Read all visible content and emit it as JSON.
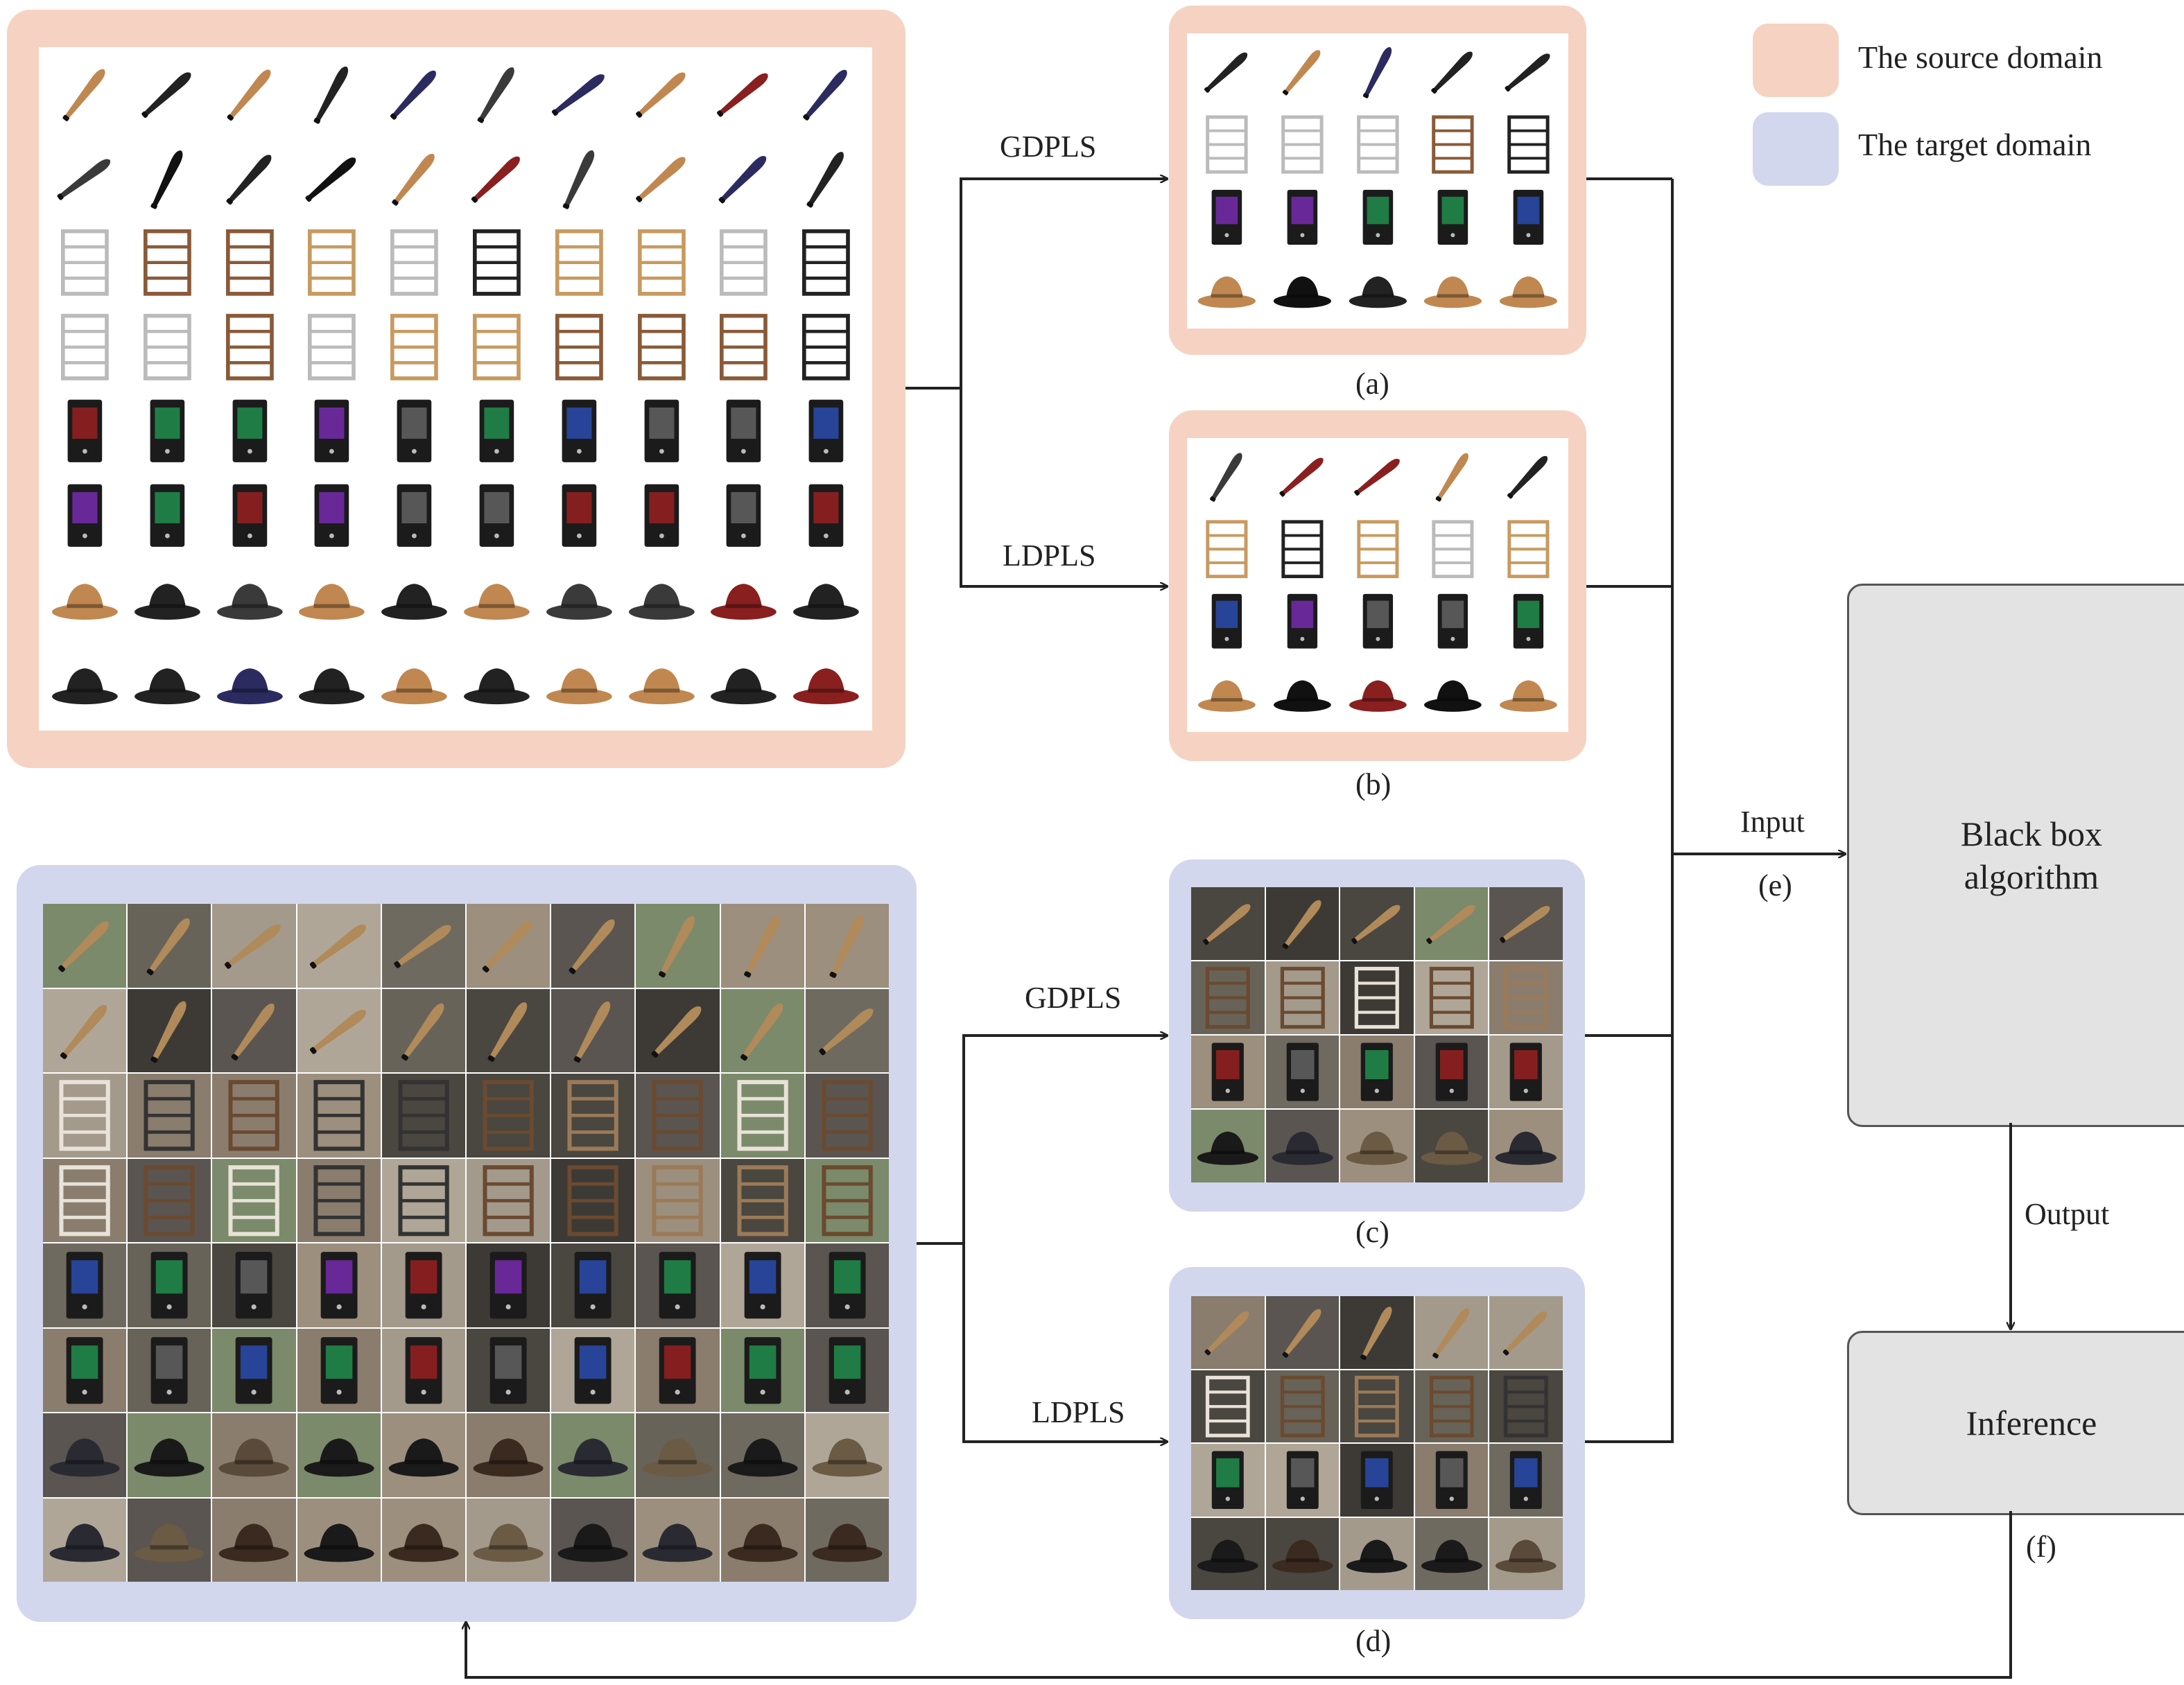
{
  "legend": {
    "source": {
      "label": "The source domain",
      "color": "#f6d2c2"
    },
    "target": {
      "label": "The target domain",
      "color": "#d2d7ee"
    }
  },
  "arrows": {
    "gdpls_source": "GDPLS",
    "ldpls_source": "LDPLS",
    "gdpls_target": "GDPLS",
    "ldpls_target": "LDPLS",
    "input": "Input",
    "output": "Output"
  },
  "subpanels": {
    "a": "(a)",
    "b": "(b)",
    "c": "(c)",
    "d": "(d)",
    "e": "(e)",
    "f": "(f)"
  },
  "boxes": {
    "black_box": "Black box algorithm",
    "inference": "Inference"
  },
  "categories": [
    "baseball-bat",
    "bookshelf",
    "computer-tower",
    "hat"
  ],
  "image_icons": {
    "baseball-bat": "bat-icon",
    "bookshelf": "shelf-icon",
    "computer-tower": "pc-icon",
    "hat": "hat-icon"
  },
  "colors": {
    "line": "#222222",
    "box_fill": "#e3e3e3",
    "box_border": "#555555"
  }
}
